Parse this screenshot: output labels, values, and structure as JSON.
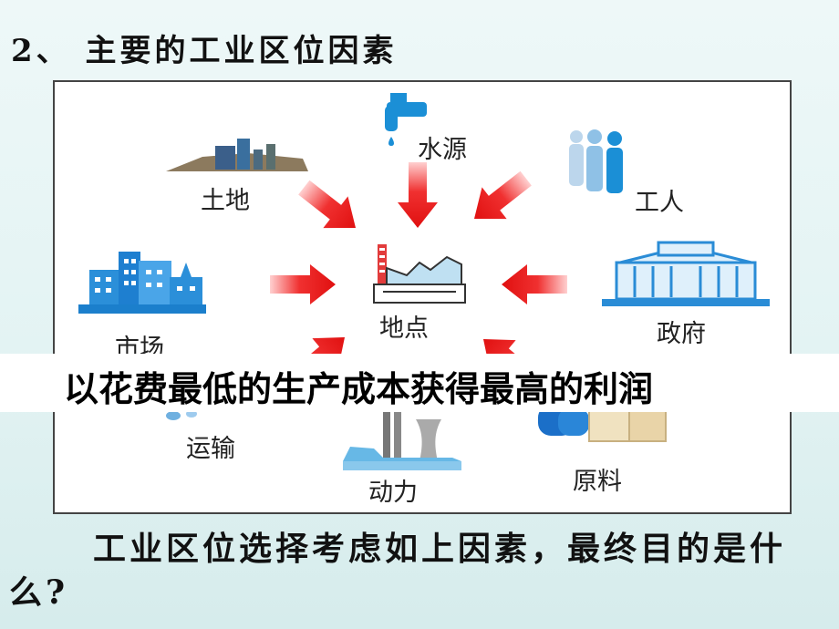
{
  "title": "2、 主要的工业区位因素",
  "diagram": {
    "center_label": "地点",
    "factors": {
      "water": "水源",
      "land": "土地",
      "labor": "工人",
      "market": "市场",
      "government": "政府",
      "transport": "运输",
      "power": "动力",
      "raw_materials": "原料"
    },
    "colors": {
      "arrow": "#ee1c1c",
      "building": "#1e8fd8"
    }
  },
  "banner": {
    "text": "以花费最低的生产成本获得最高的利润"
  },
  "question": {
    "text": "工业区位选择考虑如上因素，最终目的是什么?"
  }
}
